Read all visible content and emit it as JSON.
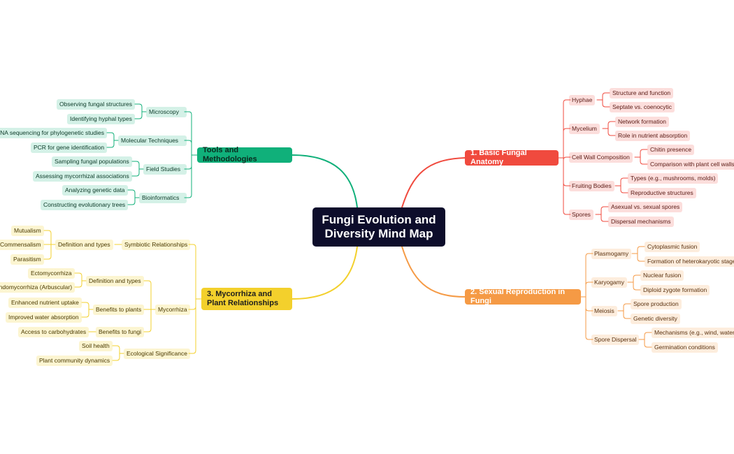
{
  "root": {
    "title": "Fungi Evolution and Diversity Mind Map"
  },
  "colors": {
    "red": "#f04a3e",
    "orange": "#f59a45",
    "yellow": "#f3d02c",
    "green": "#10b07a"
  },
  "branches": {
    "anatomy": {
      "label": "1. Basic Fungal Anatomy",
      "color": "#f04a3e",
      "children": [
        {
          "label": "Hyphae",
          "leaves": [
            "Structure and function",
            "Septate vs. coenocytic"
          ]
        },
        {
          "label": "Mycelium",
          "leaves": [
            "Network formation",
            "Role in nutrient absorption"
          ]
        },
        {
          "label": "Cell Wall Composition",
          "leaves": [
            "Chitin presence",
            "Comparison with plant cell walls"
          ]
        },
        {
          "label": "Fruiting Bodies",
          "leaves": [
            "Types (e.g., mushrooms, molds)",
            "Reproductive structures"
          ]
        },
        {
          "label": "Spores",
          "leaves": [
            "Asexual vs. sexual spores",
            "Dispersal mechanisms"
          ]
        }
      ]
    },
    "reproduction": {
      "label": "2. Sexual Reproduction in Fungi",
      "color": "#f59a45",
      "children": [
        {
          "label": "Plasmogamy",
          "leaves": [
            "Cytoplasmic fusion",
            "Formation of heterokaryotic stage"
          ]
        },
        {
          "label": "Karyogamy",
          "leaves": [
            "Nuclear fusion",
            "Diploid zygote formation"
          ]
        },
        {
          "label": "Meiosis",
          "leaves": [
            "Spore production",
            "Genetic diversity"
          ]
        },
        {
          "label": "Spore Dispersal",
          "leaves": [
            "Mechanisms (e.g., wind, water)",
            "Germination conditions"
          ]
        }
      ]
    },
    "mycorrhiza": {
      "label": "3. Mycorrhiza and Plant Relationships",
      "color": "#f3d02c",
      "symbiotic": {
        "label": "Symbiotic Relationships",
        "sub": "Definition and types",
        "leaves": [
          "Mutualism",
          "Commensalism",
          "Parasitism"
        ]
      },
      "mycorrhiza": {
        "label": "Mycorrhiza",
        "groups": [
          {
            "label": "Definition and types",
            "leaves": [
              "Ectomycorrhiza",
              "Endomycorrhiza (Arbuscular)"
            ]
          },
          {
            "label": "Benefits to plants",
            "leaves": [
              "Enhanced nutrient uptake",
              "Improved water absorption"
            ]
          },
          {
            "label": "Benefits to fungi",
            "leaves": [
              "Access to carbohydrates"
            ]
          }
        ]
      },
      "ecological": {
        "label": "Ecological Significance",
        "leaves": [
          "Soil health",
          "Plant community dynamics"
        ]
      }
    },
    "tools": {
      "label": "Tools and Methodologies",
      "color": "#10b07a",
      "children": [
        {
          "label": "Microscopy",
          "leaves": [
            "Observing fungal structures",
            "Identifying hyphal types"
          ]
        },
        {
          "label": "Molecular Techniques",
          "leaves": [
            "DNA sequencing for phylogenetic studies",
            "PCR for gene identification"
          ]
        },
        {
          "label": "Field Studies",
          "leaves": [
            "Sampling fungal populations",
            "Assessing mycorrhizal associations"
          ]
        },
        {
          "label": "Bioinformatics",
          "leaves": [
            "Analyzing genetic data",
            "Constructing evolutionary trees"
          ]
        }
      ]
    }
  }
}
